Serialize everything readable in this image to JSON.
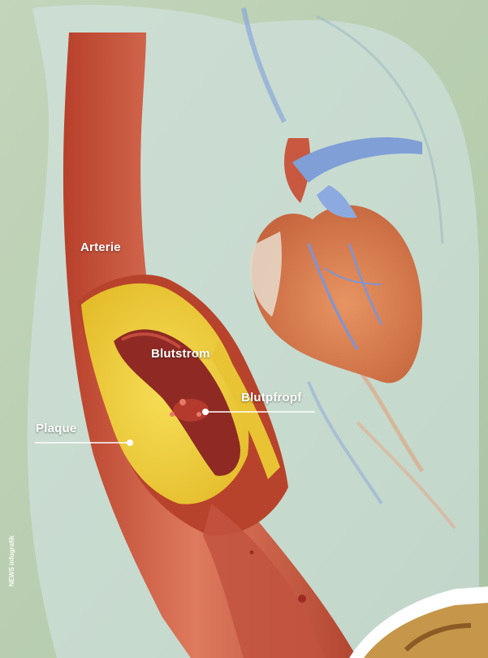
{
  "labels": {
    "artery": "Arterie",
    "blood_flow": "Blutstrom",
    "blood_clot": "Blutpfropf",
    "plaque": "Plaque"
  },
  "credit": "NEWS infografik",
  "colors": {
    "background_green": "#b9cfae",
    "body_overlay": "#cfe0e3",
    "artery_red": "#c9503a",
    "plaque_yellow": "#efcf35",
    "heart_orange": "#d97d52",
    "vessel_blue": "#6f8fc8",
    "label_text": "#ffffff"
  }
}
